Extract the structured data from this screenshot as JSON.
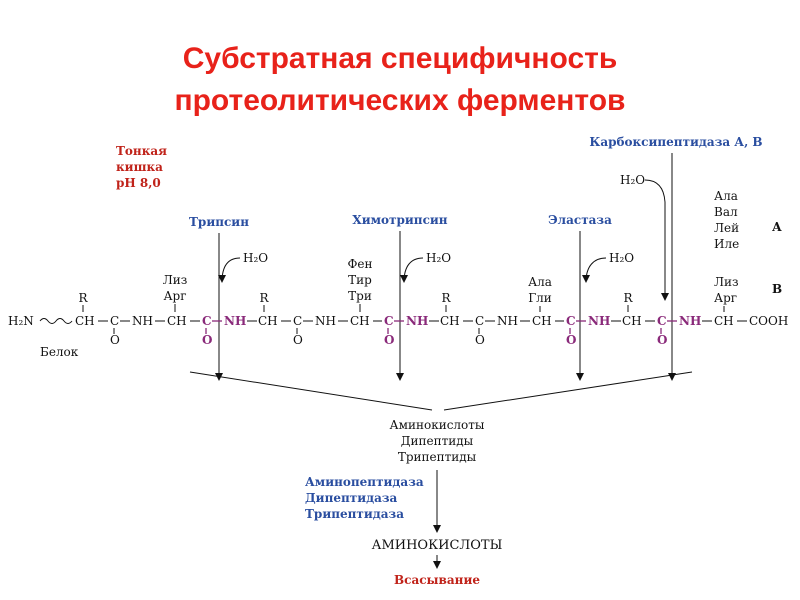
{
  "title": {
    "line1": "Субстратная специфичность",
    "line2": "протеолитических ферментов"
  },
  "location": [
    "Тонкая",
    "кишка",
    "pH 8,0"
  ],
  "enzymes": {
    "trypsin": "Трипсин",
    "chymotrypsin": "Химотрипсин",
    "elastase": "Эластаза",
    "carboxypeptidase": "Карбоксипептидаза А, В"
  },
  "water": "H₂O",
  "residues": {
    "trypsin": [
      "Лиз",
      "Арг"
    ],
    "chymotrypsin": [
      "Фен",
      "Тир",
      "Три"
    ],
    "elastase": [
      "Ала",
      "Гли"
    ],
    "carboxy_a": [
      "Ала",
      "Вал",
      "Лей",
      "Иле"
    ],
    "carboxy_b": [
      "Лиз",
      "Арг"
    ]
  },
  "carboxy_labels": {
    "a": "А",
    "b": "В"
  },
  "chain": {
    "h2n": "H₂N",
    "ch": "CH",
    "c": "C",
    "nh": "NH",
    "r": "R",
    "o": "O",
    "cooh": "COOH",
    "protein_label": "Белок"
  },
  "products": [
    "Аминокислоты",
    "Дипептиды",
    "Трипептиды"
  ],
  "brush_enzymes": [
    "Аминопептидаза",
    "Дипептидаза",
    "Трипептидаза"
  ],
  "final_product": "АМИНОКИСЛОТЫ",
  "absorption": "Всасывание",
  "colors": {
    "title": "#e8221a",
    "enzyme": "#2a4ea0",
    "location": "#c0231a",
    "bond": "#8a2a7a"
  }
}
